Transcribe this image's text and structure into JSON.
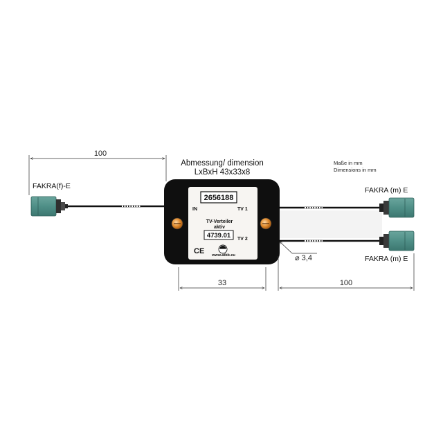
{
  "dimension_heading": {
    "line1": "Abmessung/ dimension",
    "line2": "LxBxH 43x33x8"
  },
  "units_note": {
    "line1": "Maße in mm",
    "line2": "Dimensions in mm"
  },
  "dimensions": {
    "left_cable": "100",
    "box_width": "33",
    "right_cable": "100",
    "cable_diameter": "⌀ 3,4"
  },
  "connectors": {
    "input": "FAKRA(f)-E",
    "output_1": "FAKRA (m) E",
    "output_2": "FAKRA (m) E"
  },
  "device": {
    "part_number": "2656188",
    "port_in": "IN",
    "port_tv1": "TV 1",
    "port_tv2": "TV 2",
    "product_line1": "TV-Verteiler",
    "product_line2": "aktiv",
    "model_number": "4739.01",
    "ce_mark": "CE",
    "website": "www.atbb.eu"
  },
  "colors": {
    "connector_teal": "#4f8f87",
    "housing": "#0f0f0f",
    "label_face": "#f7f5f2",
    "screw_orange": "#e08a2c"
  },
  "icons": {
    "brand_logo": "round-brand-logo-icon",
    "ce_mark": "ce-mark-icon"
  }
}
